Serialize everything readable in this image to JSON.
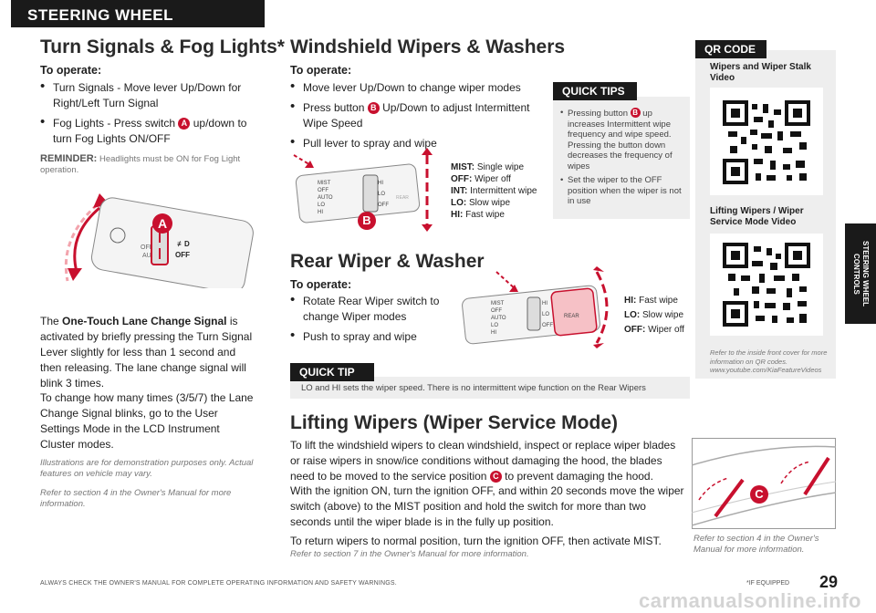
{
  "header": {
    "tab": "STEERING WHEEL CONTROLS"
  },
  "side_tab": {
    "label": "STEERING WHEEL CONTROLS"
  },
  "turn": {
    "title": "Turn Signals & Fog Lights*",
    "operate": "To operate:",
    "bullet1": "Turn Signals - Move lever Up/Down for Right/Left Turn Signal",
    "bullet2_pre": "Fog Lights - Press switch",
    "bullet2_badge": "A",
    "bullet2_post": "up/down to turn Fog Lights ON/OFF",
    "reminder_label": "REMINDER:",
    "reminder_text": "Headlights must be ON for Fog Light operation.",
    "callout": "A",
    "one_touch_pre": "The",
    "one_touch_bold": "One-Touch Lane Change Signal",
    "one_touch_post": "is activated by briefly pressing the Turn Signal Lever slightly for less than 1 second and then releasing. The lane change signal will blink 3 times.",
    "change_text": "To change how many times (3/5/7) the Lane Change Signal blinks, go to the User Settings Mode in the LCD Instrument Cluster modes.",
    "illus_note": "Illustrations are for demonstration purposes only. Actual features on vehicle may vary.",
    "refer_note": "Refer to section 4 in the Owner's Manual for more information."
  },
  "wipers": {
    "title": "Windshield Wipers & Washers",
    "operate": "To operate:",
    "bullet1": "Move lever Up/Down to change wiper modes",
    "bullet2_pre": "Press button",
    "bullet2_badge": "B",
    "bullet2_post": "Up/Down to adjust Intermittent Wipe Speed",
    "bullet3": "Pull lever to spray and wipe",
    "callout": "B",
    "legend": [
      {
        "k": "MIST:",
        "v": "Single wipe"
      },
      {
        "k": "OFF:",
        "v": "Wiper off"
      },
      {
        "k": "INT:",
        "v": "Intermittent wipe"
      },
      {
        "k": "LO:",
        "v": "Slow wipe"
      },
      {
        "k": "HI:",
        "v": "Fast wipe"
      }
    ],
    "quick_tips_tag": "QUICK TIPS",
    "tip1_pre": "Pressing button",
    "tip1_badge": "B",
    "tip1_post": "up increases Intermittent wipe frequency and wipe speed. Pressing the button down decreases the frequency of wipes",
    "tip2": "Set the wiper to the OFF position when the wiper is not in use"
  },
  "rear": {
    "title": "Rear Wiper & Washer",
    "operate": "To operate:",
    "bullet1": "Rotate Rear Wiper switch to change Wiper modes",
    "bullet2": "Push to spray and wipe",
    "legend": [
      {
        "k": "HI:",
        "v": "Fast wipe"
      },
      {
        "k": "LO:",
        "v": "Slow wipe"
      },
      {
        "k": "OFF:",
        "v": "Wiper off"
      }
    ],
    "quick_tip_tag": "QUICK TIP",
    "quick_tip_text": "LO and HI sets the wiper speed. There is no intermittent wipe function on the Rear Wipers"
  },
  "qr": {
    "tag": "QR CODE",
    "video1": "Wipers and Wiper Stalk Video",
    "video2": "Lifting Wipers / Wiper Service Mode Video",
    "note": "Refer to the inside front cover for more information on QR codes. www.youtube.com/KiaFeatureVideos"
  },
  "lifting": {
    "title": "Lifting Wipers (Wiper Service Mode)",
    "p1_pre": "To lift the windshield wipers to clean windshield, inspect or replace wiper blades or raise wipers in snow/ice conditions without damaging the hood, the blades need to be moved to the service position",
    "p1_badge": "C",
    "p1_post": "to prevent damaging the hood.",
    "p2": "With the ignition ON, turn the ignition OFF, and within 20 seconds move the wiper switch (above) to the MIST position and hold the switch for more than two seconds until the wiper blade is in the fully up position.",
    "p3": "To return wipers to normal position, turn the ignition OFF, then activate MIST.",
    "refer7": "Refer to section 7 in the Owner's Manual for more information.",
    "callout": "C",
    "refer4": "Refer to section 4 in the Owner's Manual for more information."
  },
  "footer": {
    "warning": "ALWAYS CHECK THE OWNER'S MANUAL FOR COMPLETE OPERATING INFORMATION AND SAFETY WARNINGS.",
    "if_equipped": "*IF EQUIPPED",
    "page": "29",
    "watermark": "carmanualsonline.info"
  },
  "stalk_labels": {
    "mist": "MIST",
    "off": "OFF",
    "auto": "AUTO",
    "lo": "LO",
    "hi": "HI",
    "rear": "REAR"
  },
  "colors": {
    "accent": "#c8102e",
    "dark": "#1a1a1a"
  }
}
